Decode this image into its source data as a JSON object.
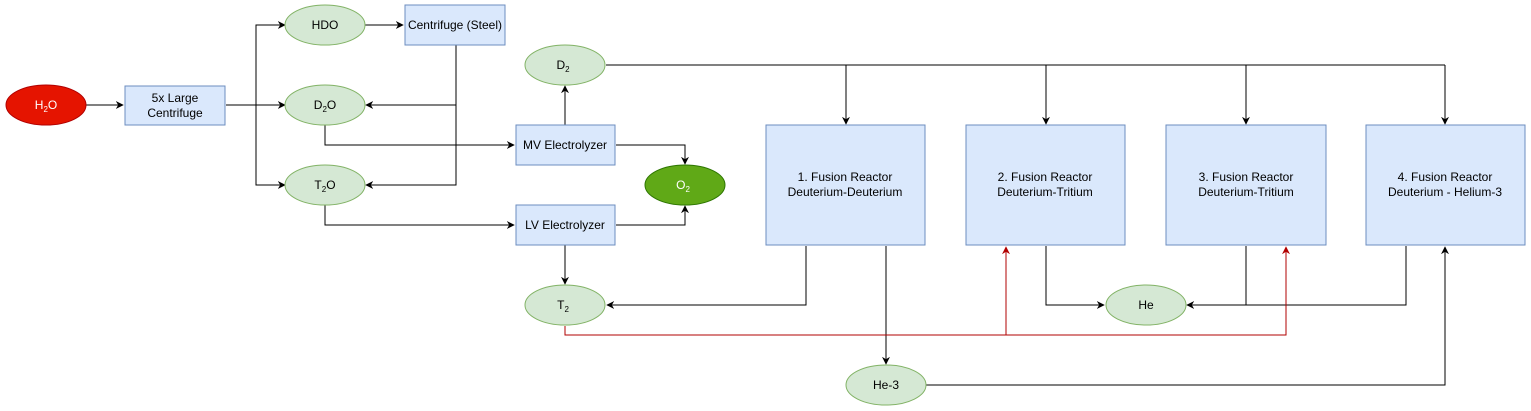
{
  "colors": {
    "node_fill": "#d5e8d4",
    "node_stroke": "#82b366",
    "box_fill": "#dae8fc",
    "box_stroke": "#6c8ebf",
    "water_fill": "#e51400",
    "water_stroke": "#b20000",
    "oxygen_fill": "#60a917",
    "oxygen_stroke": "#2d7600",
    "edge": "#000000",
    "tritium_edge": "#b20000"
  },
  "nodes": {
    "h2o": {
      "base": "H",
      "sub": "2",
      "rest": "O"
    },
    "hdo": {
      "text": "HDO"
    },
    "d2o": {
      "base": "D",
      "sub": "2",
      "rest": "O"
    },
    "t2o": {
      "base": "T",
      "sub": "2",
      "rest": "O"
    },
    "d2": {
      "base": "D",
      "sub": "2"
    },
    "t2": {
      "base": "T",
      "sub": "2"
    },
    "o2": {
      "base": "O",
      "sub": "2"
    },
    "he": {
      "text": "He"
    },
    "he3": {
      "text": "He-3"
    }
  },
  "boxes": {
    "large_centrifuge": {
      "line1": "5x Large",
      "line2": "Centrifuge"
    },
    "steel_centrifuge": {
      "text": "Centrifuge (Steel)"
    },
    "mv_electrolyzer": {
      "text": "MV Electrolyzer"
    },
    "lv_electrolyzer": {
      "text": "LV Electrolyzer"
    },
    "reactor1": {
      "line1": "1. Fusion Reactor",
      "line2": "Deuterium-Deuterium"
    },
    "reactor2": {
      "line1": "2. Fusion Reactor",
      "line2": "Deuterium-Tritium"
    },
    "reactor3": {
      "line1": "3. Fusion Reactor",
      "line2": "Deuterium-Tritium"
    },
    "reactor4": {
      "line1": "4. Fusion Reactor",
      "line2": "Deuterium - Helium-3"
    }
  }
}
